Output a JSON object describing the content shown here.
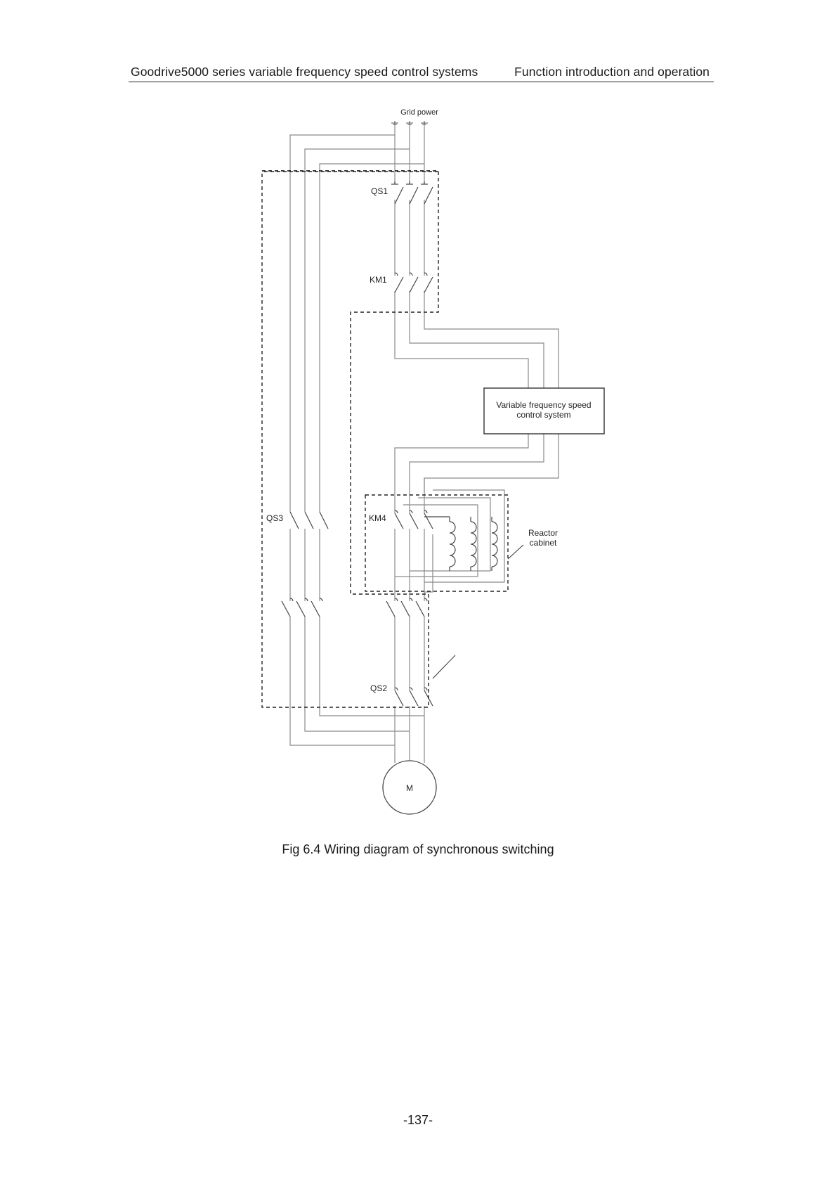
{
  "header": {
    "left": "Goodrive5000 series variable frequency speed control systems",
    "right": "Function introduction and operation"
  },
  "diagram": {
    "grid_power_label": "Grid power",
    "switches": {
      "qs1": "QS1",
      "km1": "KM1",
      "qs3": "QS3",
      "km4": "KM4",
      "qs2": "QS2"
    },
    "vfd_label": [
      "Variable frequency speed",
      "control system"
    ],
    "reactor_label": [
      "Reactor",
      "cabinet"
    ],
    "motor_label": "M"
  },
  "caption": "Fig 6.4 Wiring diagram of synchronous switching",
  "page_number": "-137-"
}
